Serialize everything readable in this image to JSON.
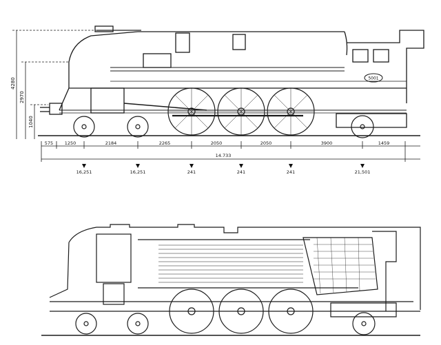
{
  "diagram": {
    "elevation": {
      "heights": [
        "4280",
        "2970",
        "1040"
      ],
      "dimensions": [
        "575",
        "1250",
        "2184",
        "2265",
        "2050",
        "2050",
        "3900",
        "1459"
      ],
      "overall_length": "14.733",
      "axle_loads": [
        "16,251",
        "16,251",
        "241",
        "241",
        "241",
        "21,501"
      ],
      "number_plate": "5001"
    }
  }
}
